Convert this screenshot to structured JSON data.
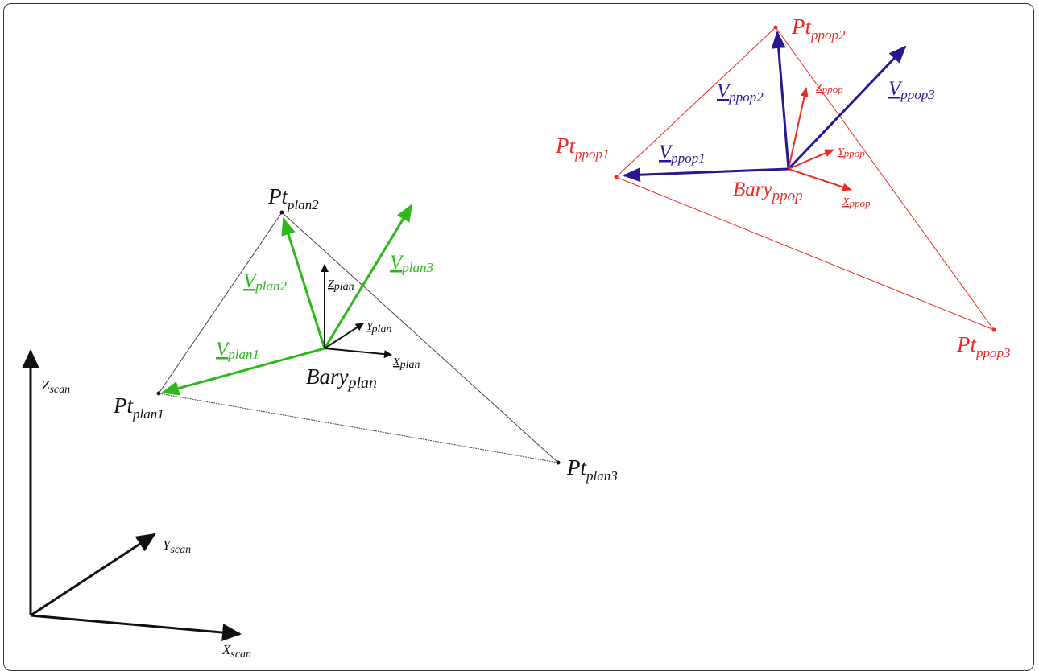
{
  "colors": {
    "black": "#111111",
    "green": "#2db81b",
    "red": "#ee2a24",
    "navy": "#2b1691"
  },
  "scan": {
    "z": {
      "base": "Z",
      "sub": "scan"
    },
    "y": {
      "base": "Y",
      "sub": "scan"
    },
    "x": {
      "base": "X",
      "sub": "scan"
    }
  },
  "plan": {
    "pt1": {
      "base": "Pt",
      "sub": "plan1"
    },
    "pt2": {
      "base": "Pt",
      "sub": "plan2"
    },
    "pt3": {
      "base": "Pt",
      "sub": "plan3"
    },
    "bary": {
      "base": "Bary",
      "sub": "plan"
    },
    "v1": {
      "base": "V",
      "sub": "plan1"
    },
    "v2": {
      "base": "V",
      "sub": "plan2"
    },
    "v3": {
      "base": "V",
      "sub": "plan3"
    },
    "x": {
      "base": "X",
      "sub": "plan"
    },
    "y": {
      "base": "Y",
      "sub": "plan"
    },
    "z": {
      "base": "Z",
      "sub": "plan"
    }
  },
  "ppop": {
    "pt1": {
      "base": "Pt",
      "sub": "ppop1"
    },
    "pt2": {
      "base": "Pt",
      "sub": "ppop2"
    },
    "pt3": {
      "base": "Pt",
      "sub": "ppop3"
    },
    "bary": {
      "base": "Bary",
      "sub": "ppop"
    },
    "v1": {
      "base": "V",
      "sub": "ppop1"
    },
    "v2": {
      "base": "V",
      "sub": "ppop2"
    },
    "v3": {
      "base": "V",
      "sub": "ppop3"
    },
    "x": {
      "base": "X",
      "sub": "ppop"
    },
    "y": {
      "base": "Y",
      "sub": "ppop"
    },
    "z": {
      "base": "Z",
      "sub": "ppop"
    }
  }
}
